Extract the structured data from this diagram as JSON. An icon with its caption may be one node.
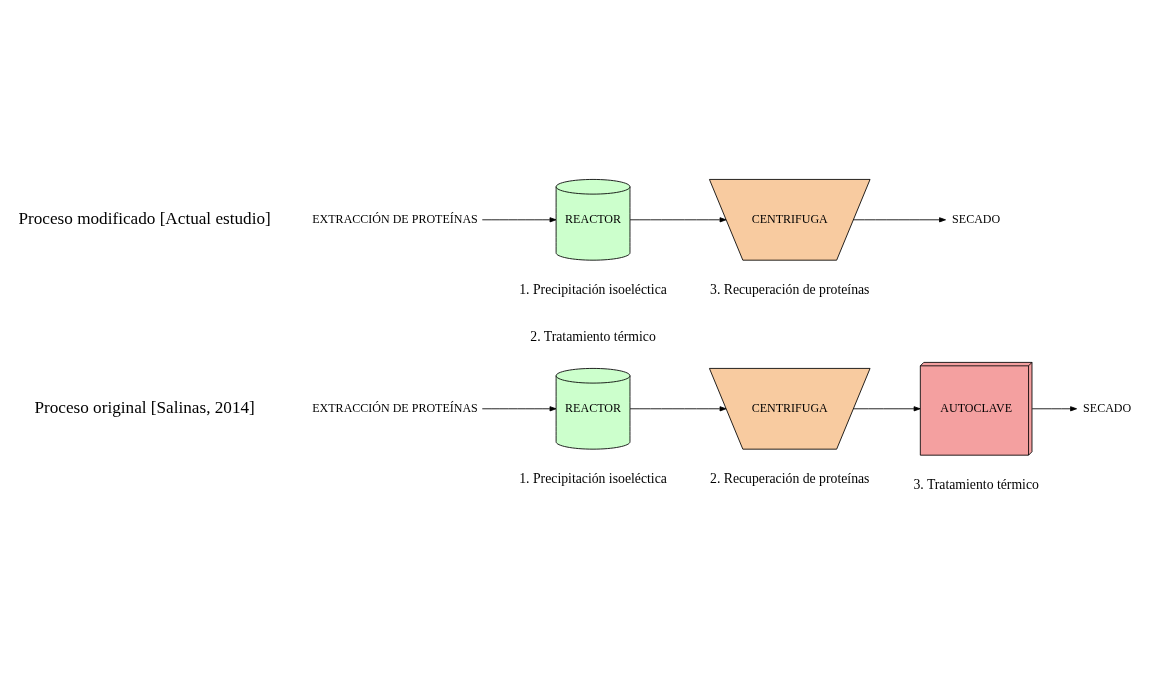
{
  "diagram": {
    "nodes": [
      {
        "text": [
          "EXTRACCIÓN DE PROTEÍNAS"
        ]
      },
      {
        "text": [
          "REACTOR"
        ],
        "beside": [
          "1. Precipitación isoeléctica"
        ]
      },
      {
        "text": [
          "CENTRIFUGA"
        ],
        "beside": [
          "2. Recuperación de proteínas"
        ]
      },
      {
        "text": [
          "AUTOCLAVE"
        ],
        "beside": [
          "3. Tratamiento térmico"
        ]
      },
      {
        "text": [
          "SECADO"
        ]
      },
      {
        "text": [
          "EXTRACCIÓN DE PROTEÍNAS"
        ]
      },
      {
        "text": [
          "REACTOR"
        ],
        "beside": [
          "1. Precipitación isoeléctica",
          "2. Tratamiento térmico"
        ]
      },
      {
        "text": [
          "CENTRIFUGA"
        ],
        "beside": [
          "3. Recuperación de proteínas"
        ]
      },
      {
        "text": [
          "SECADO"
        ]
      }
    ],
    "edges": [
      {
        "from": 0,
        "to": 1,
        "arrow": "to"
      },
      {
        "from": 1,
        "to": 2,
        "arrow": "to"
      },
      {
        "from": 2,
        "to": 3,
        "arrow": "to"
      },
      {
        "from": 3,
        "to": 4,
        "arrow": "to"
      },
      {
        "from": 5,
        "to": 6,
        "arrow": "to"
      },
      {
        "from": 6,
        "to": 7,
        "arrow": "to"
      },
      {
        "from": 7,
        "to": 8,
        "arrow": "to"
      }
    ],
    "labels": [
      "Proceso original [Salinas, 2014]",
      "Proceso modificado [Actual estudio]"
    ]
  }
}
